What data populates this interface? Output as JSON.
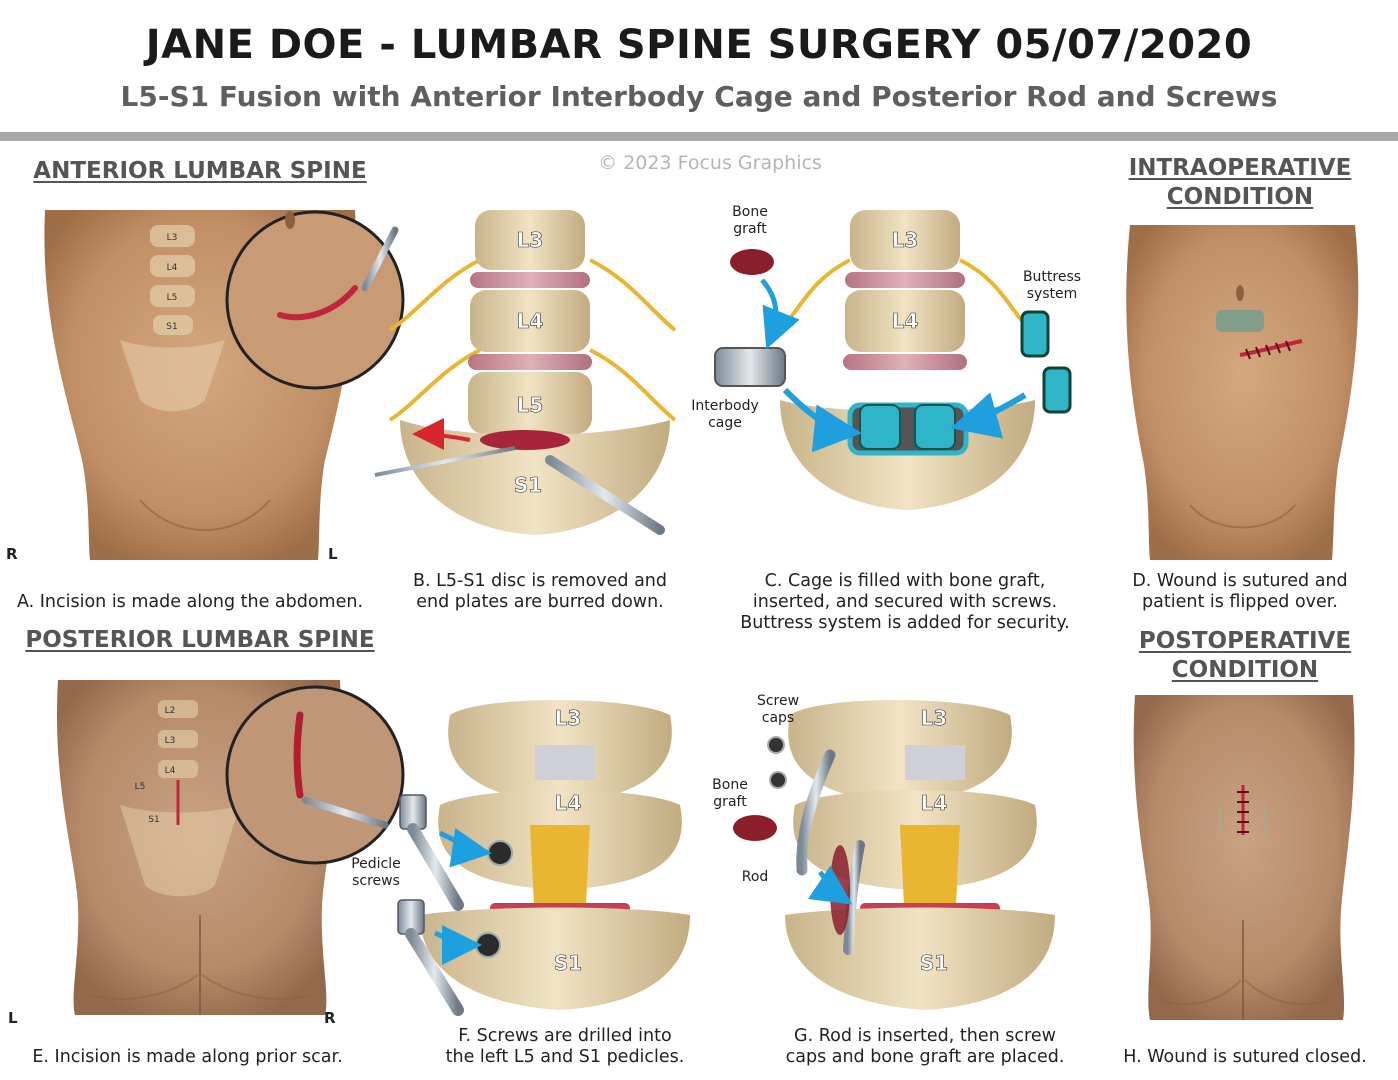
{
  "header": {
    "title": "JANE DOE - LUMBAR SPINE SURGERY 05/07/2020",
    "subtitle": "L5-S1 Fusion with Anterior Interbody Cage and Posterior Rod and Screws",
    "copyright": "© 2023 Focus Graphics"
  },
  "sections": {
    "anterior": "ANTERIOR LUMBAR SPINE",
    "posterior": "POSTERIOR LUMBAR SPINE",
    "intraop_line1": "INTRAOPERATIVE",
    "intraop_line2": "CONDITION",
    "postop_line1": "POSTOPERATIVE",
    "postop_line2": "CONDITION"
  },
  "vertebrae": {
    "l2": "L2",
    "l3": "L3",
    "l4": "L4",
    "l5": "L5",
    "s1": "S1"
  },
  "orientation": {
    "a_left": "R",
    "a_right": "L",
    "e_left": "L",
    "e_right": "R"
  },
  "labels": {
    "bone_graft_1": "Bone",
    "bone_graft_2": "graft",
    "interbody_1": "Interbody",
    "interbody_2": "cage",
    "buttress_1": "Buttress",
    "buttress_2": "system",
    "screw_caps_1": "Screw",
    "screw_caps_2": "caps",
    "pedicle_1": "Pedicle",
    "pedicle_2": "screws",
    "rod": "Rod"
  },
  "captions": {
    "a": "A. Incision is made along the abdomen.",
    "b1": "B. L5-S1 disc is removed and",
    "b2": "end plates are burred down.",
    "c1": "C. Cage is filled with bone graft,",
    "c2": "inserted, and secured with screws.",
    "c3": "Buttress system is added for security.",
    "d1": "D. Wound is sutured and",
    "d2": "patient is flipped over.",
    "e": "E. Incision is made along prior scar.",
    "f1": "F. Screws are drilled into",
    "f2": "the left L5 and S1 pedicles.",
    "g1": "G. Rod is inserted, then screw",
    "g2": "caps and bone graft are placed.",
    "h": "H. Wound is sutured closed."
  },
  "colors": {
    "skin": "#c89a72",
    "skin_dark": "#a9774f",
    "bone": "#e8d6b0",
    "disc": "#c98a96",
    "nerve": "#e8b630",
    "implant": "#2fb5c8",
    "arrow_blue": "#1e9fe0",
    "incision": "#c0263a"
  }
}
